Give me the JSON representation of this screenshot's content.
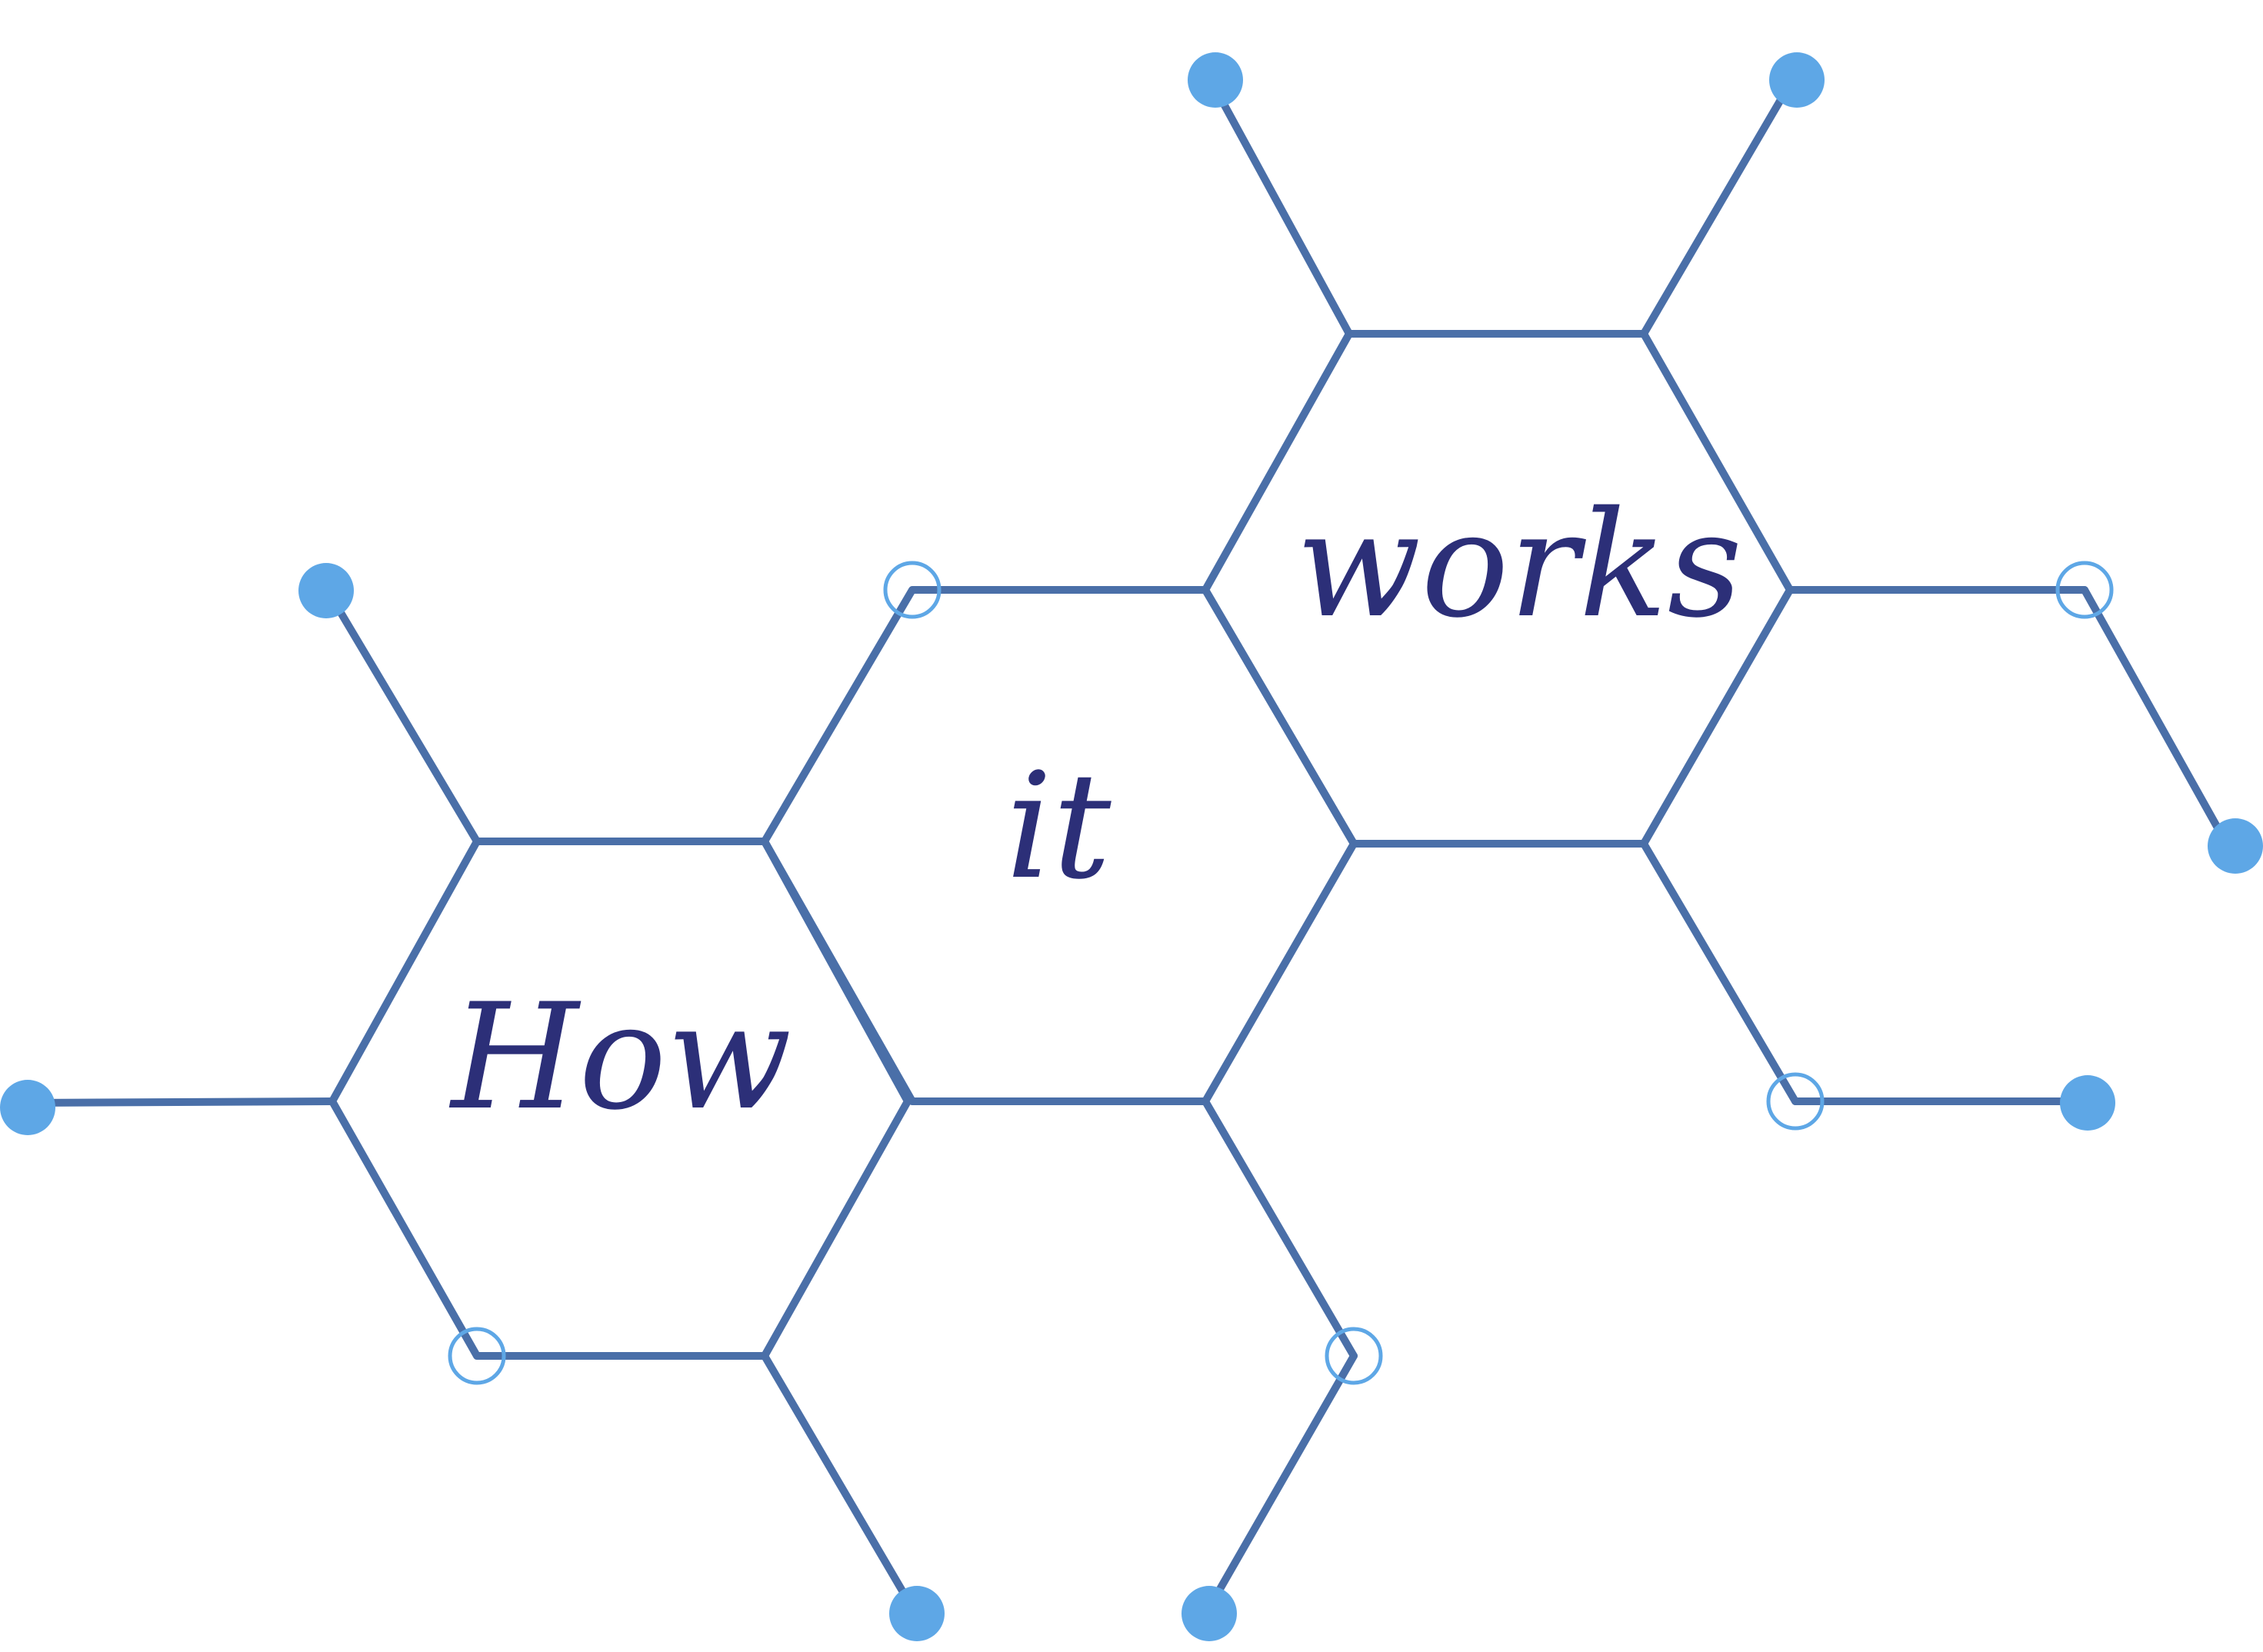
{
  "diagram": {
    "words": {
      "how": "How",
      "it": "it",
      "works": "works"
    },
    "colors": {
      "line": "#4a6fa8",
      "text": "#2c2f78",
      "node_fill": "#5ea7e6",
      "node_outline": "#5ea7e6",
      "background": "#ffffff"
    }
  }
}
